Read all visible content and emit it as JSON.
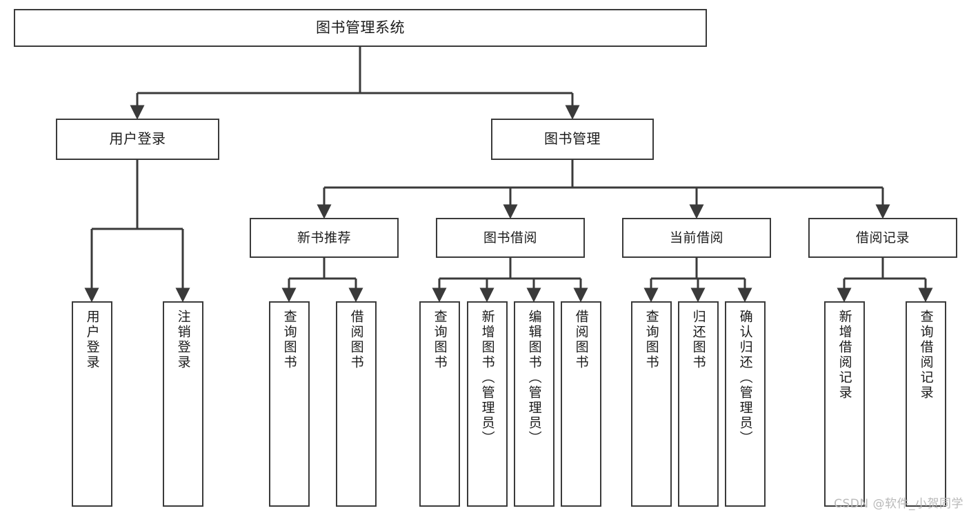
{
  "diagram": {
    "title": "图书管理系统",
    "type": "function-structure-tree",
    "root": {
      "id": "root",
      "label": "图书管理系统"
    },
    "level1": [
      {
        "id": "user-login",
        "label": "用户登录"
      },
      {
        "id": "book-manage",
        "label": "图书管理"
      }
    ],
    "level2": [
      {
        "id": "new-book-rec",
        "label": "新书推荐",
        "parent": "book-manage"
      },
      {
        "id": "book-borrow",
        "label": "图书借阅",
        "parent": "book-manage"
      },
      {
        "id": "current-borrow",
        "label": "当前借阅",
        "parent": "book-manage"
      },
      {
        "id": "borrow-record",
        "label": "借阅记录",
        "parent": "book-manage"
      }
    ],
    "leaves": [
      {
        "id": "leaf-user-login",
        "label": "用户登录",
        "parent": "user-login"
      },
      {
        "id": "leaf-logout",
        "label": "注销登录",
        "parent": "user-login"
      },
      {
        "id": "leaf-query-book-1",
        "label": "查询图书",
        "parent": "new-book-rec"
      },
      {
        "id": "leaf-borrow-book-1",
        "label": "借阅图书",
        "parent": "new-book-rec"
      },
      {
        "id": "leaf-query-book-2",
        "label": "查询图书",
        "parent": "book-borrow"
      },
      {
        "id": "leaf-add-book",
        "label": "新增图书（管理员）",
        "parent": "book-borrow"
      },
      {
        "id": "leaf-edit-book",
        "label": "编辑图书（管理员）",
        "parent": "book-borrow"
      },
      {
        "id": "leaf-borrow-book-2",
        "label": "借阅图书",
        "parent": "book-borrow"
      },
      {
        "id": "leaf-query-book-3",
        "label": "查询图书",
        "parent": "current-borrow"
      },
      {
        "id": "leaf-return-book",
        "label": "归还图书",
        "parent": "current-borrow"
      },
      {
        "id": "leaf-confirm-return",
        "label": "确认归还（管理员）",
        "parent": "current-borrow"
      },
      {
        "id": "leaf-add-record",
        "label": "新增借阅记录",
        "parent": "borrow-record"
      },
      {
        "id": "leaf-query-record",
        "label": "查询借阅记录",
        "parent": "borrow-record"
      }
    ]
  },
  "watermark": {
    "text": "CSDN @软件_小贺同学"
  },
  "colors": {
    "box_border": "#3a3a3a",
    "connector": "#3a3a3a",
    "text": "#1b1b1b",
    "background": "#ffffff",
    "watermark": "#b9b9b9"
  }
}
